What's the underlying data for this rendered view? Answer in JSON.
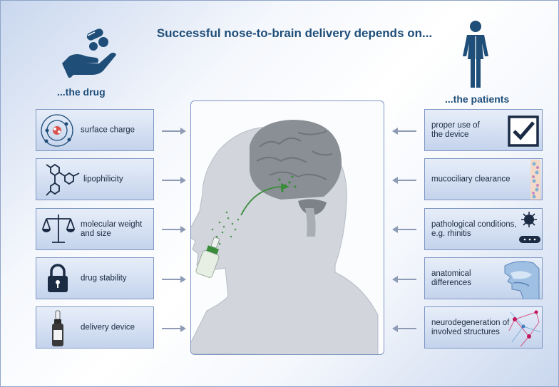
{
  "title": "Successful nose-to-brain delivery depends on...",
  "drug_heading": "...the drug",
  "patients_heading": "...the patients",
  "drug_factors": [
    {
      "label": "surface charge",
      "icon": "atom-icon"
    },
    {
      "label": "lipophilicity",
      "icon": "molecule-icon"
    },
    {
      "label": "molecular weight\nand size",
      "icon": "scale-icon"
    },
    {
      "label": "drug stability",
      "icon": "padlock-icon"
    },
    {
      "label": "delivery device",
      "icon": "nasal-spray-bottle-icon"
    }
  ],
  "patient_factors": [
    {
      "label": "proper use of\nthe device",
      "icon": "checkbox-icon"
    },
    {
      "label": "mucociliary clearance",
      "icon": "mucosa-cells-icon"
    },
    {
      "label": "pathological conditions,\ne.g. rhinitis",
      "icon": "virus-bacteria-icon"
    },
    {
      "label": "anatomical\ndifferences",
      "icon": "nasal-cavity-anatomy-icon"
    },
    {
      "label": "neurodegeneration of\ninvolved structures",
      "icon": "neuron-network-icon"
    }
  ],
  "colors": {
    "primary": "#1f4e79",
    "card_top": "#e7eef9",
    "card_bottom": "#c4d3ec",
    "spray": "#3a8c3a"
  }
}
